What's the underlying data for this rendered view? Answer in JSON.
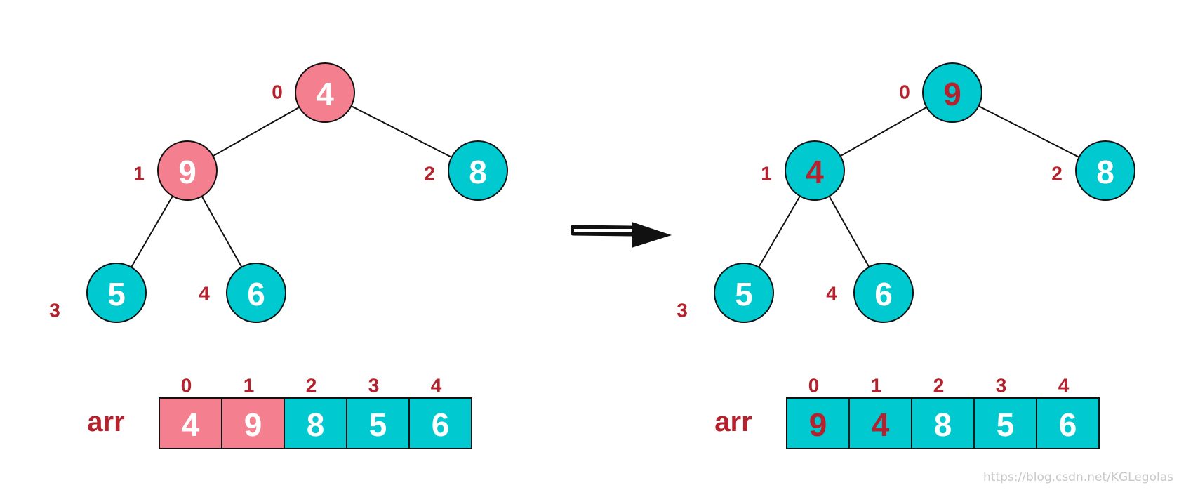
{
  "colors": {
    "highlight": "#f47f8e",
    "normal": "#00c9cf",
    "outline": "#111111",
    "label": "#b5222d",
    "white_text": "#ffffff",
    "red_text": "#b5222d"
  },
  "before": {
    "nodes": [
      {
        "index": "0",
        "value": "4",
        "highlight": true,
        "text_color": "white"
      },
      {
        "index": "1",
        "value": "9",
        "highlight": true,
        "text_color": "white"
      },
      {
        "index": "2",
        "value": "8",
        "highlight": false,
        "text_color": "white"
      },
      {
        "index": "3",
        "value": "5",
        "highlight": false,
        "text_color": "white"
      },
      {
        "index": "4",
        "value": "6",
        "highlight": false,
        "text_color": "white"
      }
    ],
    "array": {
      "label": "arr",
      "indices": [
        "0",
        "1",
        "2",
        "3",
        "4"
      ],
      "values": [
        "4",
        "9",
        "8",
        "5",
        "6"
      ],
      "highlight": [
        true,
        true,
        false,
        false,
        false
      ],
      "text_color": [
        "white",
        "white",
        "white",
        "white",
        "white"
      ]
    }
  },
  "after": {
    "nodes": [
      {
        "index": "0",
        "value": "9",
        "highlight": false,
        "text_color": "red"
      },
      {
        "index": "1",
        "value": "4",
        "highlight": false,
        "text_color": "red"
      },
      {
        "index": "2",
        "value": "8",
        "highlight": false,
        "text_color": "white"
      },
      {
        "index": "3",
        "value": "5",
        "highlight": false,
        "text_color": "white"
      },
      {
        "index": "4",
        "value": "6",
        "highlight": false,
        "text_color": "white"
      }
    ],
    "array": {
      "label": "arr",
      "indices": [
        "0",
        "1",
        "2",
        "3",
        "4"
      ],
      "values": [
        "9",
        "4",
        "8",
        "5",
        "6"
      ],
      "highlight": [
        false,
        false,
        false,
        false,
        false
      ],
      "text_color": [
        "red",
        "red",
        "white",
        "white",
        "white"
      ]
    }
  },
  "watermark": "https://blog.csdn.net/KGLegolas"
}
